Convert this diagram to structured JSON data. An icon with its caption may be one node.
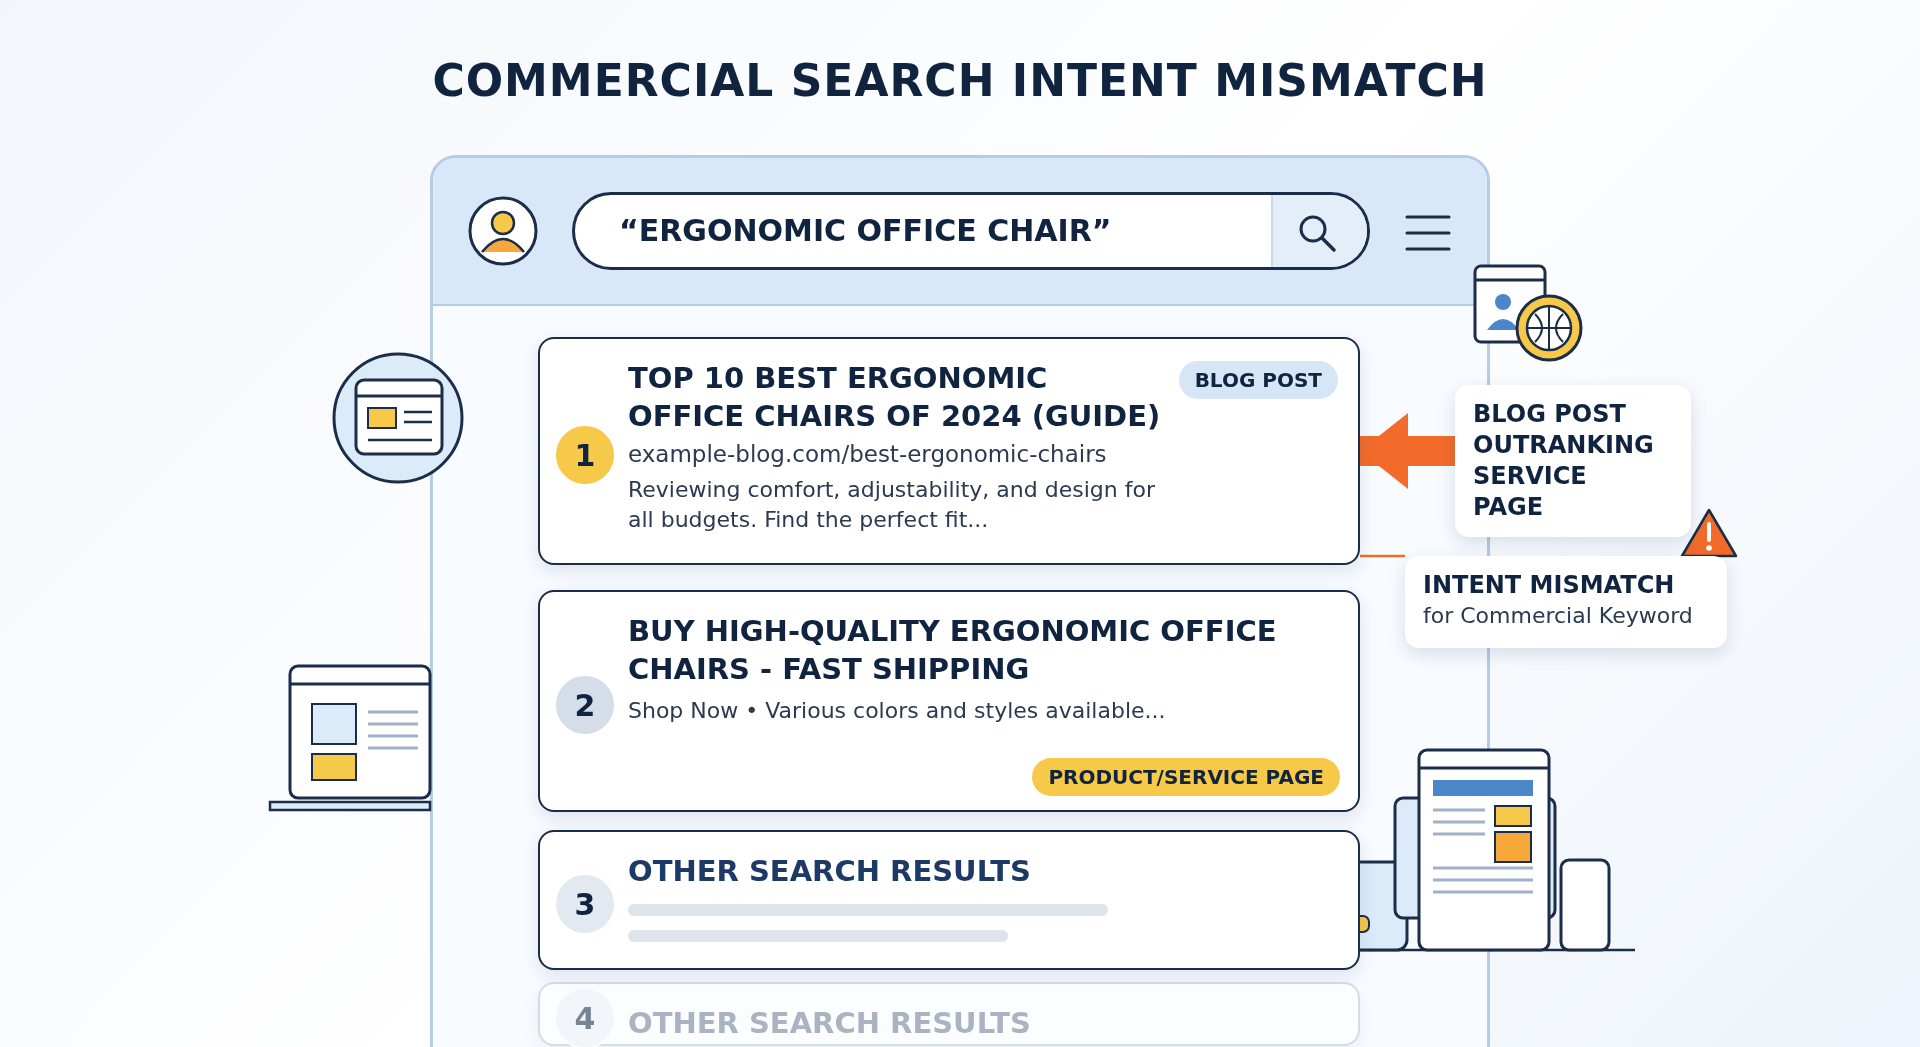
{
  "diagram": {
    "title": "COMMERCIAL SEARCH INTENT MISMATCH",
    "nodes": [
      {
        "text": [
          "“ERGONOMIC OFFICE CHAIR”"
        ]
      },
      {
        "text": [
          "1",
          "TOP 10 BEST ERGONOMIC OFFICE CHAIRS OF 2024 (GUIDE)",
          "example-blog.com/best-ergonomic-chairs",
          "Reviewing comfort, adjustability, and design for all budgets. Find the perfect fit...",
          "BLOG POST"
        ]
      },
      {
        "text": [
          "2",
          "BUY HIGH-QUALITY ERGONOMIC OFFICE CHAIRS - FAST SHIPPING",
          "Shop Now • Various colors and styles available...",
          "PRODUCT/SERVICE PAGE"
        ]
      },
      {
        "text": [
          "3",
          "OTHER SEARCH RESULTS"
        ]
      },
      {
        "text": [
          "4",
          "OTHER SEARCH RESULTS"
        ]
      },
      {
        "text": [
          "BLOG POST OUTRANKING SERVICE PAGE"
        ]
      },
      {
        "text": [
          "INTENT MISMATCH",
          "for Commercial Keyword"
        ]
      }
    ],
    "edges": [
      {
        "from": 5,
        "to": 1,
        "arrow": "to",
        "style": "thick"
      },
      {
        "from": 6,
        "to": 1,
        "arrow": "none"
      }
    ]
  }
}
